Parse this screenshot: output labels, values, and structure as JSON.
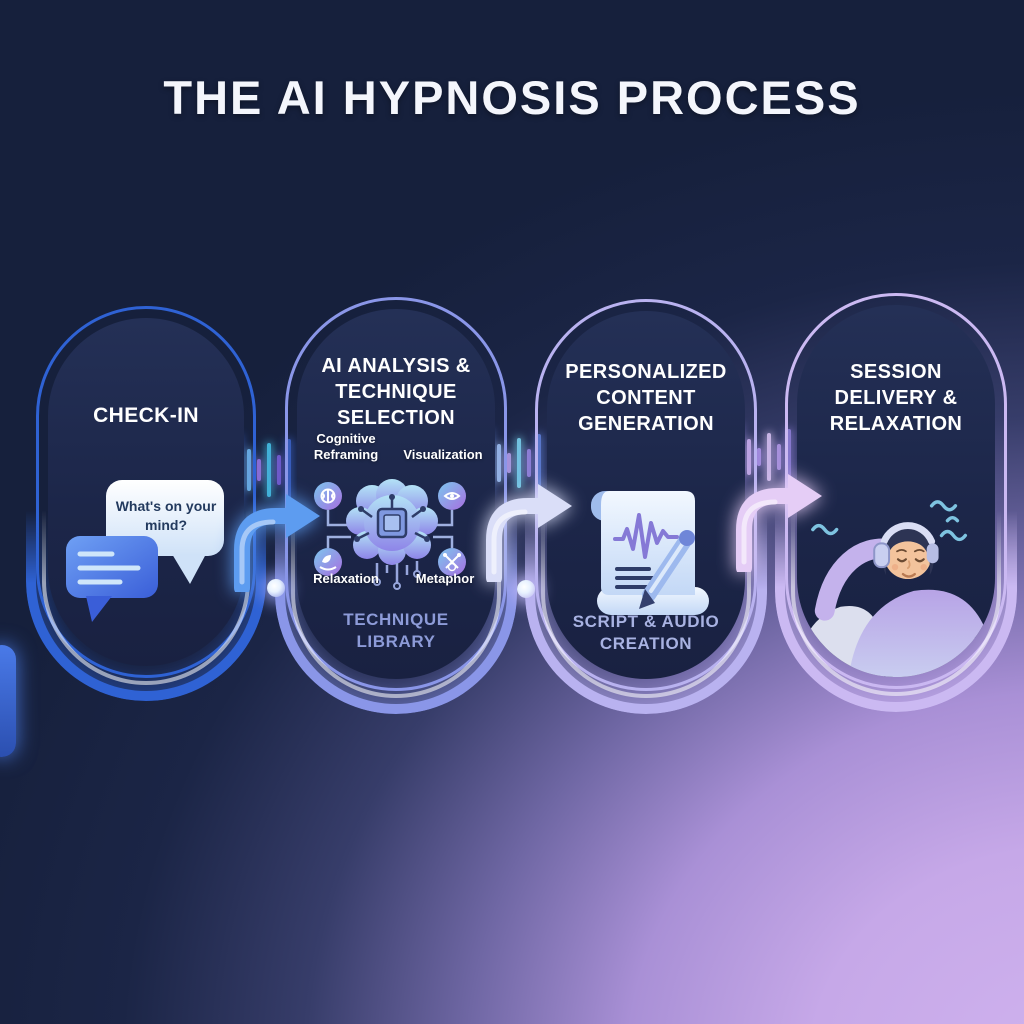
{
  "title": "THE AI HYPNOSIS PROCESS",
  "palette": {
    "stage1_accent": "#2f62d4",
    "stage2_accent": "#8a96e8",
    "stage3_accent": "#b9b2f0",
    "stage4_accent": "#cbb9f2",
    "arrow1": "#5d9cf0",
    "arrow2": "#dadef8",
    "arrow3": "#e5cdf6",
    "background_dark": "#16203c",
    "background_lavender": "#c7a9e8"
  },
  "stages": [
    {
      "title": "CHECK-IN",
      "icon": "chat-bubbles-icon",
      "bubble_text": "What's on your mind?"
    },
    {
      "title": "AI ANALYSIS & TECHNIQUE SELECTION",
      "icon": "brain-circuit-icon",
      "techniques": [
        "Cognitive Reframing",
        "Visualization",
        "Relaxation",
        "Metaphor"
      ],
      "caption": "TECHNIQUE LIBRARY"
    },
    {
      "title": "PERSONALIZED CONTENT GENERATION",
      "icon": "script-and-pen-icon",
      "caption": "SCRIPT & AUDIO CREATION"
    },
    {
      "title": "SESSION DELIVERY & RELAXATION",
      "icon": "relaxed-listener-icon"
    }
  ]
}
